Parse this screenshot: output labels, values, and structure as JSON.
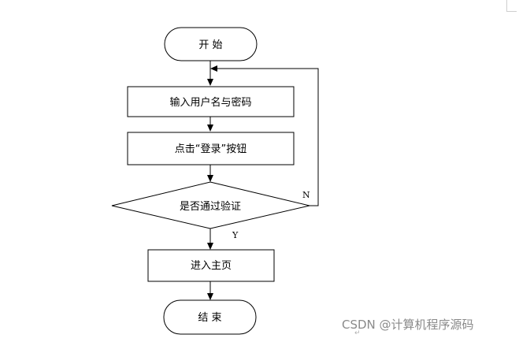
{
  "flowchart": {
    "nodes": {
      "start": "开 始",
      "input_credentials": "输入用户名与密码",
      "click_login": "点击“登录”按钮",
      "decision_verify": "是否通过验证",
      "enter_home": "进入主页",
      "end": "结 束"
    },
    "edges": {
      "no_label": "N",
      "yes_label": "Y"
    }
  },
  "watermark": "CSDN @计算机程序源码"
}
